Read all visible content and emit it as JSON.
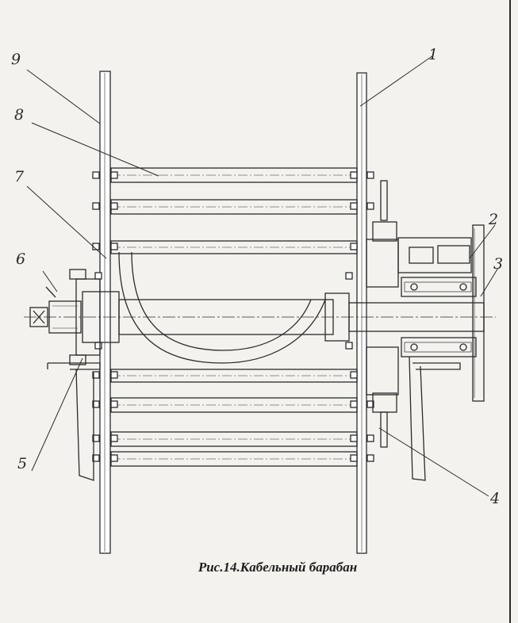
{
  "figure": {
    "caption": "Рис.14.Кабельный барабан",
    "callouts": [
      {
        "id": "9",
        "label": "9"
      },
      {
        "id": "8",
        "label": "8"
      },
      {
        "id": "7",
        "label": "7"
      },
      {
        "id": "6",
        "label": "6"
      },
      {
        "id": "5",
        "label": "5"
      },
      {
        "id": "1",
        "label": "1"
      },
      {
        "id": "2",
        "label": "2"
      },
      {
        "id": "3",
        "label": "3"
      },
      {
        "id": "4",
        "label": "4"
      }
    ]
  },
  "colors": {
    "ink": "#2b2b2b",
    "paper": "#f3f2ee"
  }
}
